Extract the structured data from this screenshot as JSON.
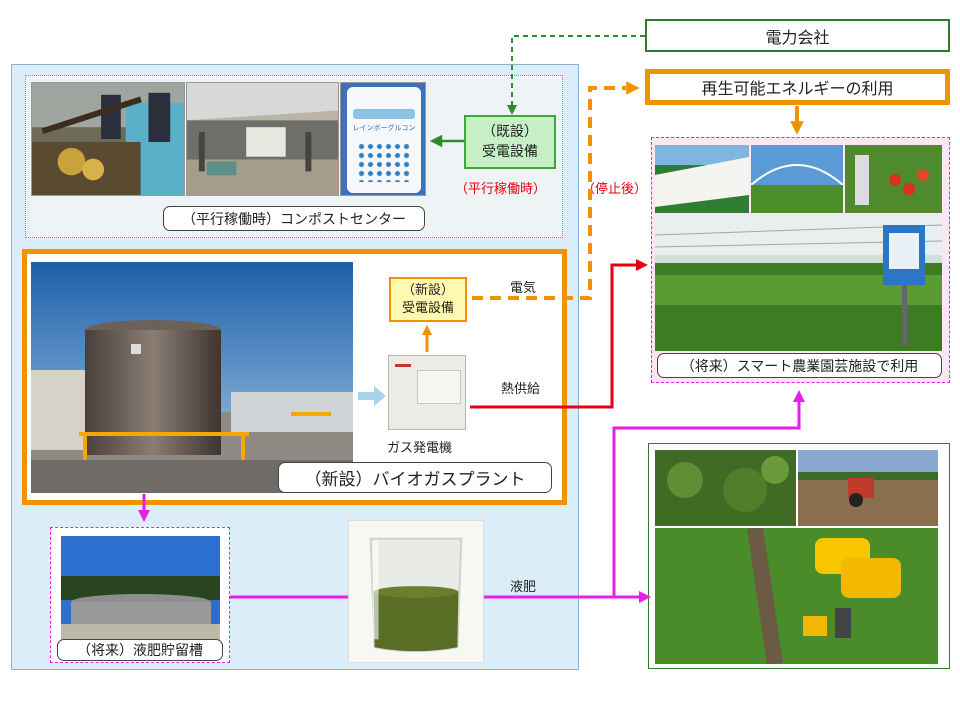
{
  "nodes": {
    "power_company": "電力会社",
    "renewable": "再生可能エネルギーの利用",
    "existing_substation": "（既設）\n受電設備",
    "parallel_operation": "（平行稼働時）",
    "after_stop": "（停止後）",
    "compost_center": "（平行稼働時）コンポストセンター",
    "new_substation": "（新設）\n受電設備",
    "gas_generator": "ガス発電機",
    "biogas_plant": "（新設）バイオガスプラント",
    "smart_farm": "（将来）スマート農業園芸施設で利用",
    "liquid_tank": "（将来）液肥貯留槽",
    "compost_bag_label": "レインボーグルコン"
  },
  "edges": {
    "electricity": "電気",
    "heat_supply": "熱供給",
    "liquid_fertilizer": "液肥"
  },
  "colors": {
    "orange": "#f39200",
    "green_dash": "#2e8b2e",
    "red": "#e60012",
    "magenta": "#e61ee6",
    "blue_panel": "#d9ecf9",
    "green_border": "#2e7d32"
  }
}
